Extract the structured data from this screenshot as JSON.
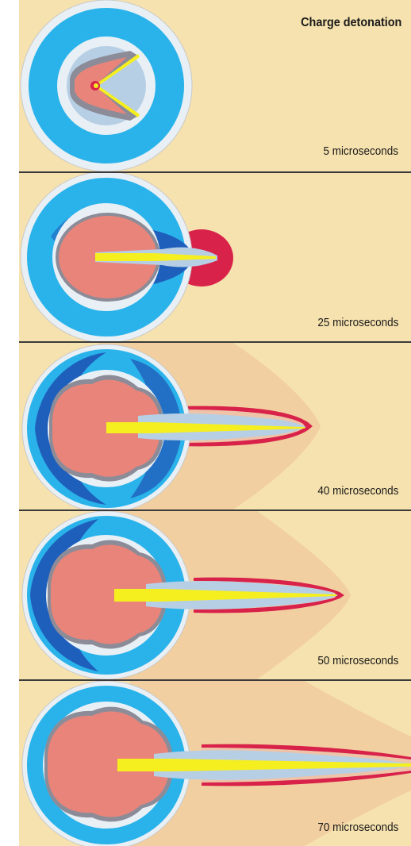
{
  "title": "Charge detonation",
  "frames": [
    {
      "caption": "5 microseconds"
    },
    {
      "caption": "25 microseconds"
    },
    {
      "caption": "40 microseconds"
    },
    {
      "caption": "50 microseconds"
    },
    {
      "caption": "70 microseconds"
    }
  ],
  "colors": {
    "background_air": "#f6e2ae",
    "pressure_wave": "#f2cfa0",
    "liner_ring": "#2ab3ea",
    "inner_ring": "#e8f0f6",
    "explosive": "#e8847a",
    "jet_slug": "#b7cfe4",
    "jet_core": "#f5ef1f",
    "hot_edge": "#d8224a"
  }
}
